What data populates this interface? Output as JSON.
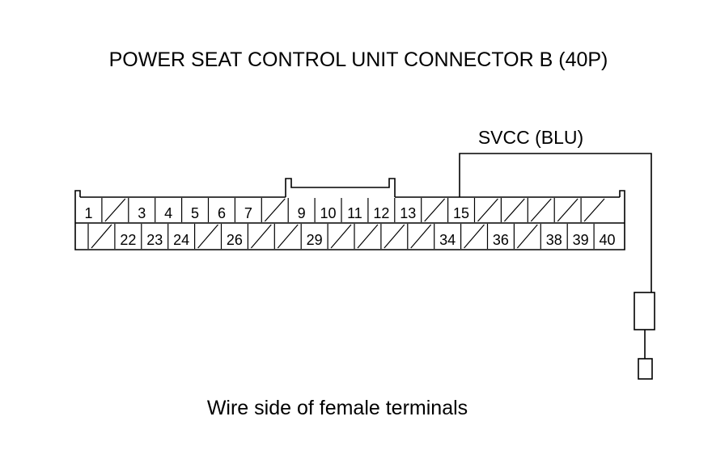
{
  "title": "POWER SEAT CONTROL UNIT CONNECTOR B (40P)",
  "wire_label": "SVCC (BLU)",
  "caption": "Wire side of female terminals",
  "row1": [
    {
      "label": "1"
    },
    {
      "label": "",
      "unused": true
    },
    {
      "label": "3"
    },
    {
      "label": "4"
    },
    {
      "label": "5"
    },
    {
      "label": "6"
    },
    {
      "label": "7"
    },
    {
      "label": "",
      "unused": true
    },
    {
      "label": "9"
    },
    {
      "label": "10"
    },
    {
      "label": "11"
    },
    {
      "label": "12"
    },
    {
      "label": "13"
    },
    {
      "label": "",
      "unused": true
    },
    {
      "label": "15",
      "highlighted": true
    },
    {
      "label": "",
      "unused": true
    },
    {
      "label": "",
      "unused": true
    },
    {
      "label": "",
      "unused": true
    },
    {
      "label": "",
      "unused": true
    },
    {
      "label": "",
      "unused": true
    }
  ],
  "row2": [
    {
      "label": "",
      "unused": true
    },
    {
      "label": "22"
    },
    {
      "label": "23"
    },
    {
      "label": "24"
    },
    {
      "label": "",
      "unused": true
    },
    {
      "label": "26"
    },
    {
      "label": "",
      "unused": true
    },
    {
      "label": "",
      "unused": true
    },
    {
      "label": "29"
    },
    {
      "label": "",
      "unused": true
    },
    {
      "label": "",
      "unused": true
    },
    {
      "label": "",
      "unused": true
    },
    {
      "label": "",
      "unused": true
    },
    {
      "label": "34"
    },
    {
      "label": "",
      "unused": true
    },
    {
      "label": "36"
    },
    {
      "label": "",
      "unused": true
    },
    {
      "label": "38"
    },
    {
      "label": "39"
    },
    {
      "label": "40"
    }
  ]
}
